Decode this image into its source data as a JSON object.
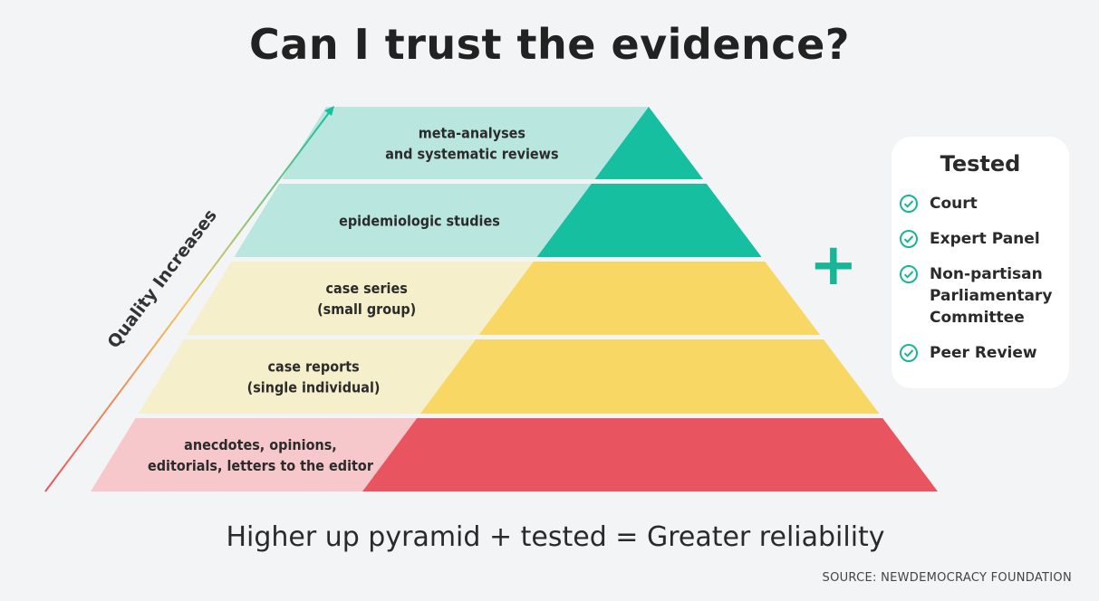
{
  "title": "Can I trust the evidence?",
  "axis_label": "Quality Increases",
  "pyramid": {
    "levels": [
      {
        "lines": [
          "meta-analyses",
          "and systematic reviews"
        ],
        "light": "#b9e6de",
        "dark": "#15bf9f"
      },
      {
        "lines": [
          "epidemiologic studies"
        ],
        "light": "#b9e6de",
        "dark": "#15bf9f"
      },
      {
        "lines": [
          "case series",
          "(small group)"
        ],
        "light": "#f6efcc",
        "dark": "#f8d764"
      },
      {
        "lines": [
          "case reports",
          "(single individual)"
        ],
        "light": "#f6efcc",
        "dark": "#f8d764"
      },
      {
        "lines": [
          "anecdotes, opinions,",
          "editorials, letters to the editor"
        ],
        "light": "#f6c8cb",
        "dark": "#e8545f"
      }
    ]
  },
  "plus_sign": "+",
  "tested": {
    "title": "Tested",
    "items": [
      "Court",
      "Expert Panel",
      "Non-partisan Parliamentary Committee",
      "Peer Review"
    ]
  },
  "tagline": "Higher up pyramid + tested = Greater reliability",
  "source": "SOURCE: NEWDEMOCRACY FOUNDATION",
  "colors": {
    "accent": "#18b596",
    "arrow_start": "#e8545f",
    "arrow_end": "#15bf9f"
  }
}
